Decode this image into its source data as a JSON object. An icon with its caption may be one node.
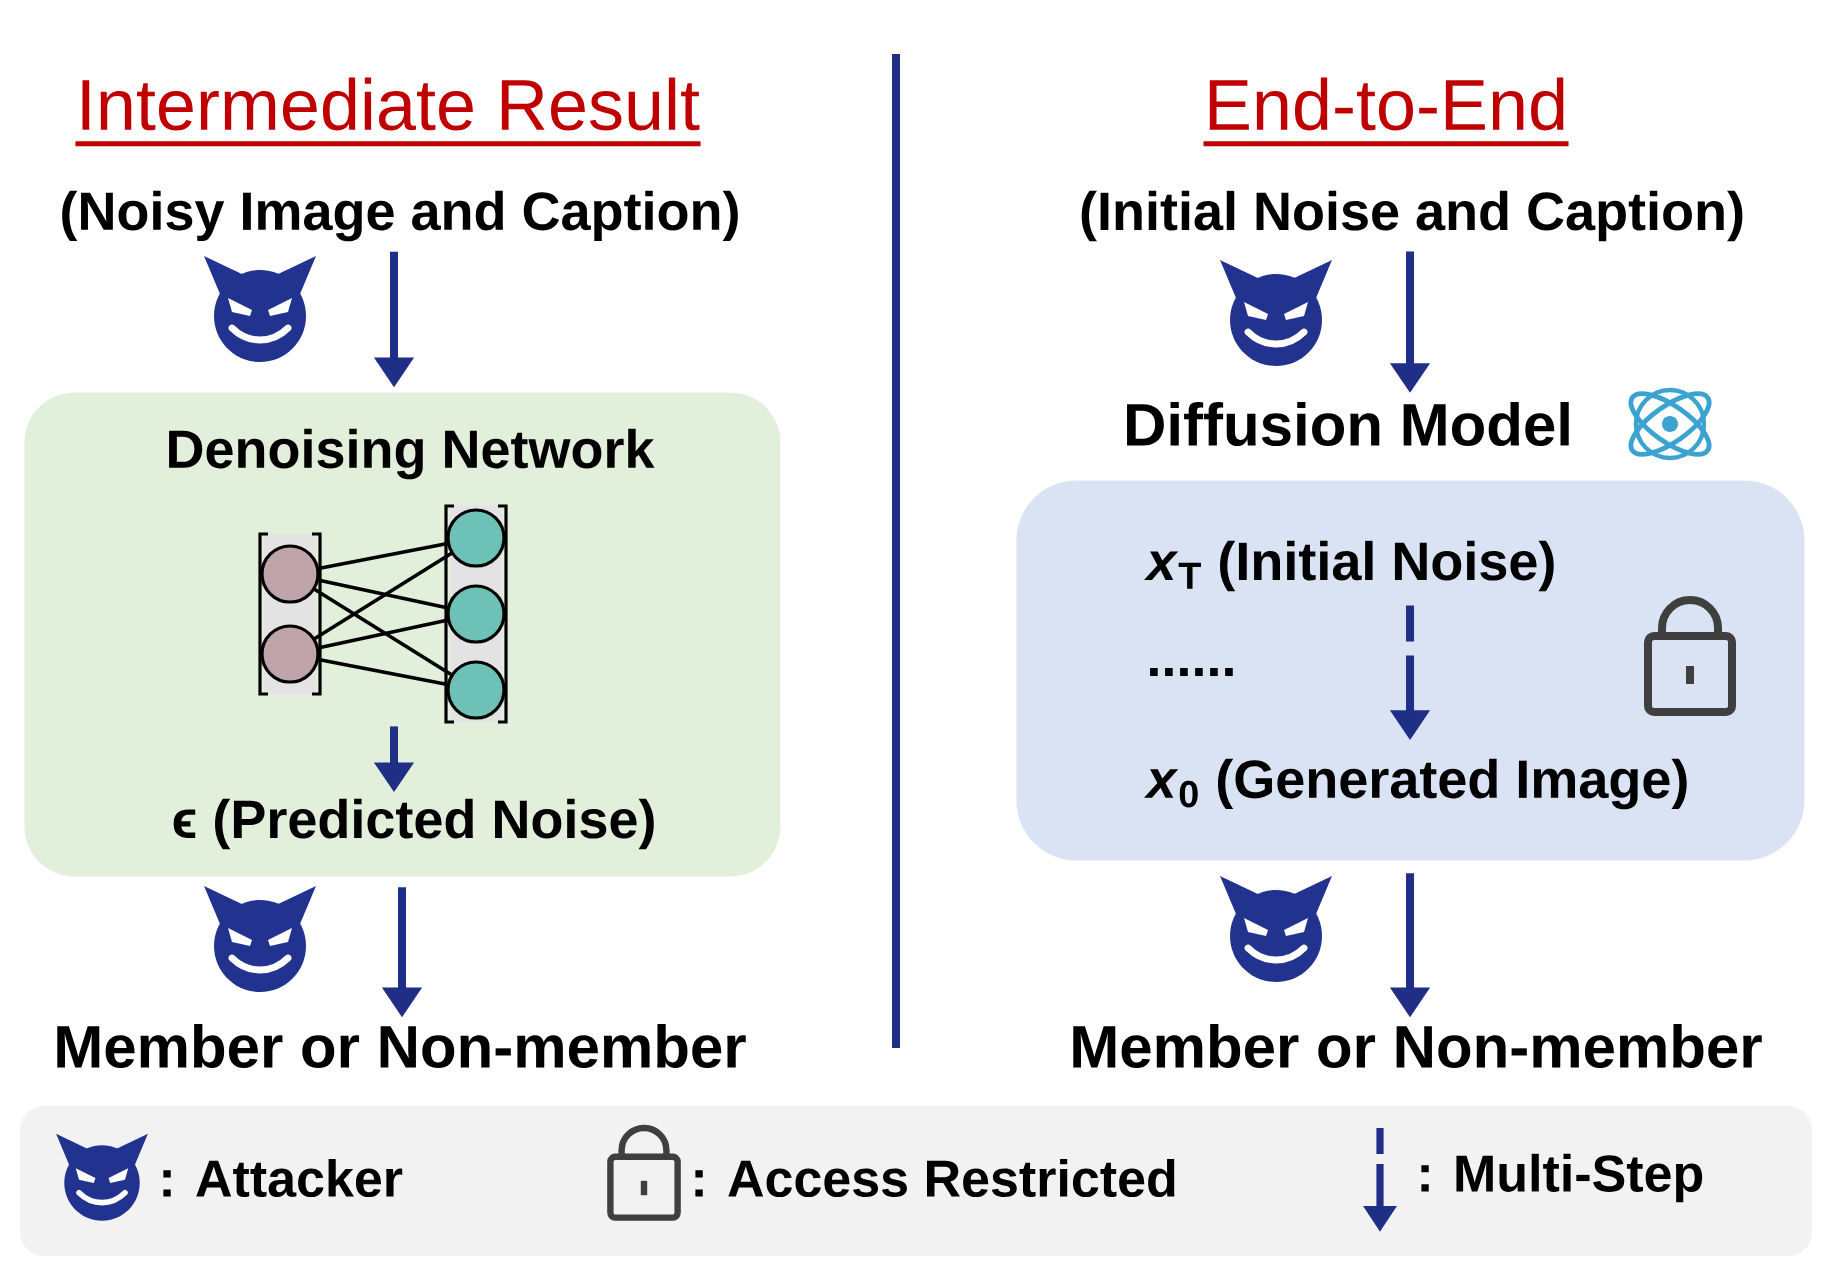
{
  "diagram": {
    "nodes": [
      {
        "text": [
          "(Noisy Image and Caption)"
        ]
      },
      {
        "text": [
          "Denoising Network"
        ]
      },
      {
        "text": [],
        "shape": "picture",
        "in": 1
      },
      {
        "text": [
          "ϵ (Predicted Noise)"
        ],
        "in": 1
      },
      {
        "text": [
          "Member or Non-member"
        ]
      },
      {
        "text": [
          "(Initial Noise and Caption)"
        ]
      },
      {
        "text": [
          "Diffusion Model"
        ]
      },
      {
        "text": [
          "*x*$_{T}$ (Initial Noise)"
        ],
        "in": 6
      },
      {
        "text": [
          "*x*$_{0}$ (Generated Image)"
        ],
        "in": 6
      },
      {
        "text": [
          "Member or Non-member"
        ]
      }
    ],
    "edges": [
      {
        "from": 0,
        "to": 1,
        "arrow": "to"
      },
      {
        "from": 2,
        "to": 3,
        "arrow": "to"
      },
      {
        "from": 1,
        "to": 4,
        "arrow": "to"
      },
      {
        "from": 5,
        "to": 6,
        "arrow": "to"
      },
      {
        "from": 7,
        "to": 8,
        "arrow": "to",
        "style": "dashed"
      },
      {
        "from": 6,
        "to": 9,
        "arrow": "to"
      }
    ],
    "labels": [
      "Intermediate Result",
      "End-to-End",
      "......"
    ],
    "legend": [
      {
        "text": ": Attacker"
      },
      {
        "text": ": Access Restricted"
      },
      {
        "text": ": Multi-Step"
      }
    ]
  }
}
